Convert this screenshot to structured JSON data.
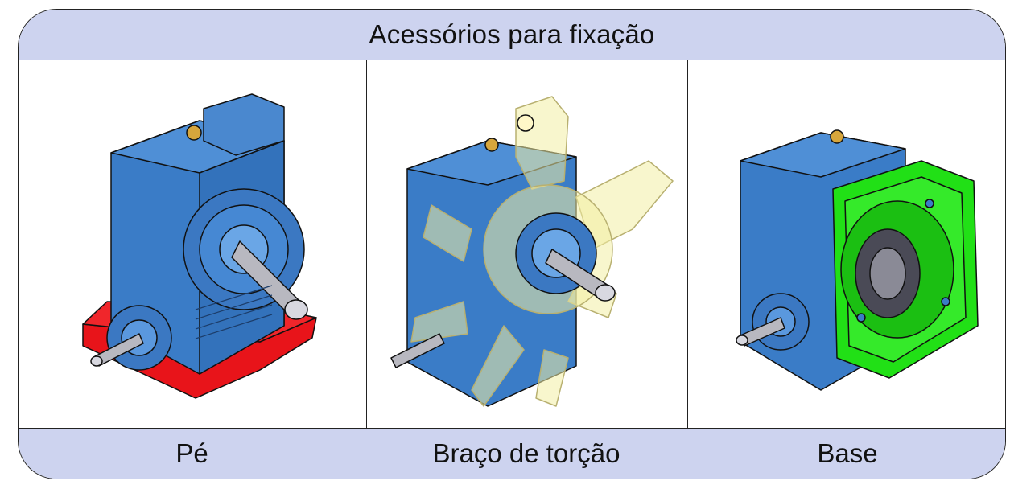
{
  "title": "Acessórios para fixação",
  "items": [
    {
      "label": "Pé",
      "accessory_color": "#e8141a"
    },
    {
      "label": "Braço de torção",
      "accessory_color": "#f3eea4"
    },
    {
      "label": "Base",
      "accessory_color": "#21e016"
    }
  ],
  "colors": {
    "header_bg": "#cdd3ef",
    "gearbox_blue": "#3a7cc7",
    "shaft_gray": "#b8b8c0"
  }
}
